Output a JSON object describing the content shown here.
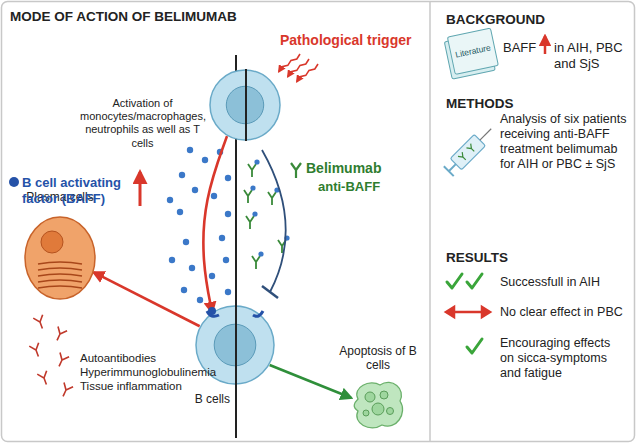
{
  "diagram": {
    "title": "MODE OF ACTION OF BELIMUMAB",
    "nodes": [
      {
        "text": [
          "Activation of monocytes/macrophages, neutrophils as well as T cells"
        ]
      },
      {
        "text": [
          "B cells"
        ]
      },
      {
        "text": [
          "Plasma cells"
        ]
      },
      {
        "text": [
          "Apoptosis of B cells"
        ]
      }
    ],
    "edges": [
      {
        "from": 0,
        "to": 1,
        "arrow": "to"
      },
      {
        "from": 1,
        "to": 2,
        "arrow": "to"
      },
      {
        "from": 1,
        "to": 3,
        "arrow": "to"
      }
    ],
    "labels": [
      "Pathological trigger",
      "B cell activating factor (BAFF)",
      "Belimumab",
      "anti-BAFF",
      "Autoantibodies Hyperimmunoglobulinemia Tissue inflammation",
      "BACKGROUND",
      "Literature",
      "BAFF",
      "in AIH, PBC and SjS",
      "METHODS",
      "Analysis of six patients receiving anti-BAFF treatment belimumab for AIH or PBC ± SjS",
      "RESULTS",
      "Successfull in AIH",
      "No clear effect in PBC",
      "Encouraging effects on sicca-symptoms and fatigue"
    ]
  }
}
